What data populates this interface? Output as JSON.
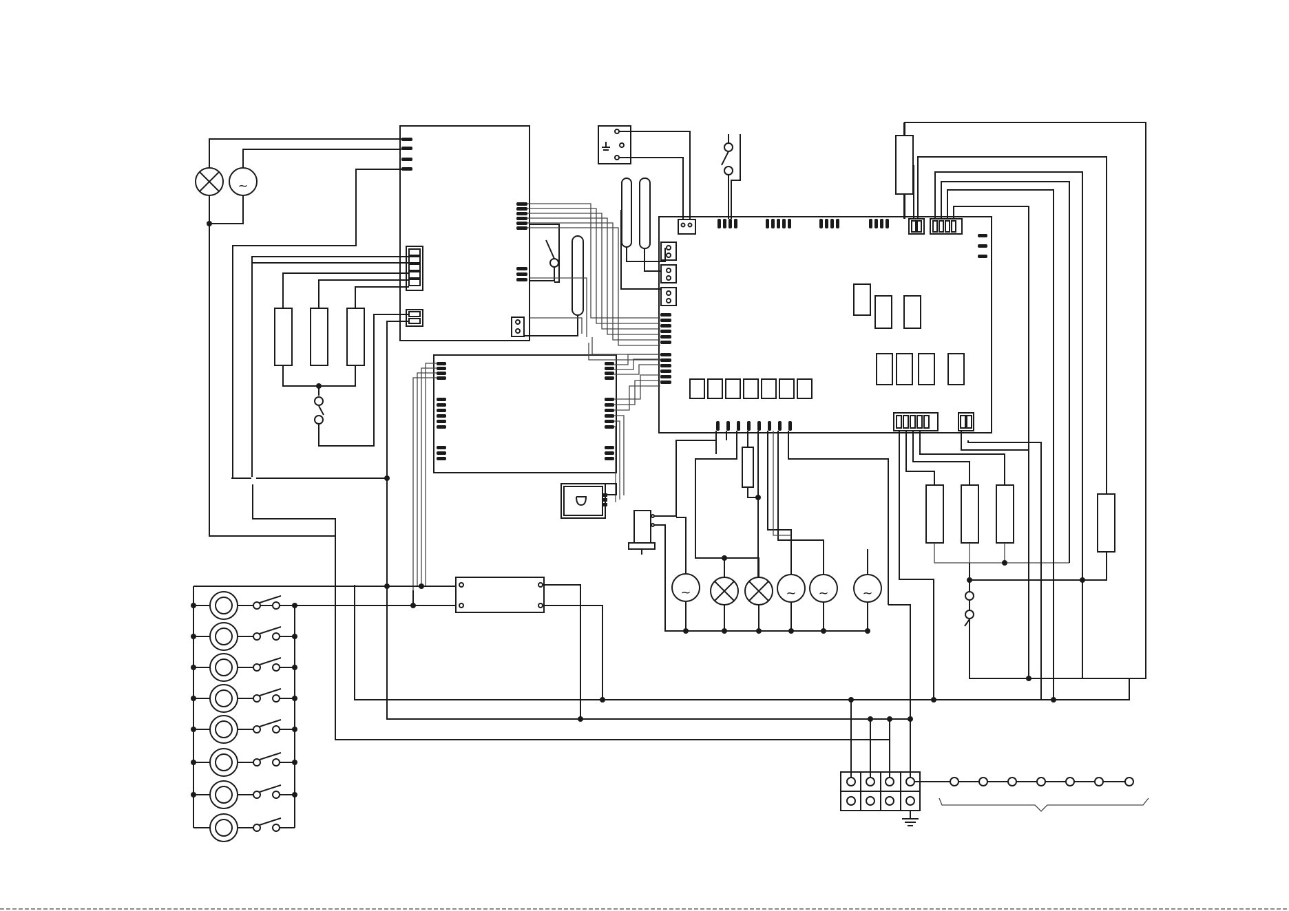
{
  "diagram": {
    "colors": {
      "line": "#1a1a1a",
      "background": "#ffffff"
    },
    "symbols": {
      "motor_glyph": "~",
      "lamp_icon": "lamp-cross-icon",
      "ground_icon": "ground-icon"
    },
    "counts": {
      "burner_switches": 8,
      "motors_right": 4,
      "lamps_right": 2,
      "terminal_chain_dots": 7
    }
  }
}
